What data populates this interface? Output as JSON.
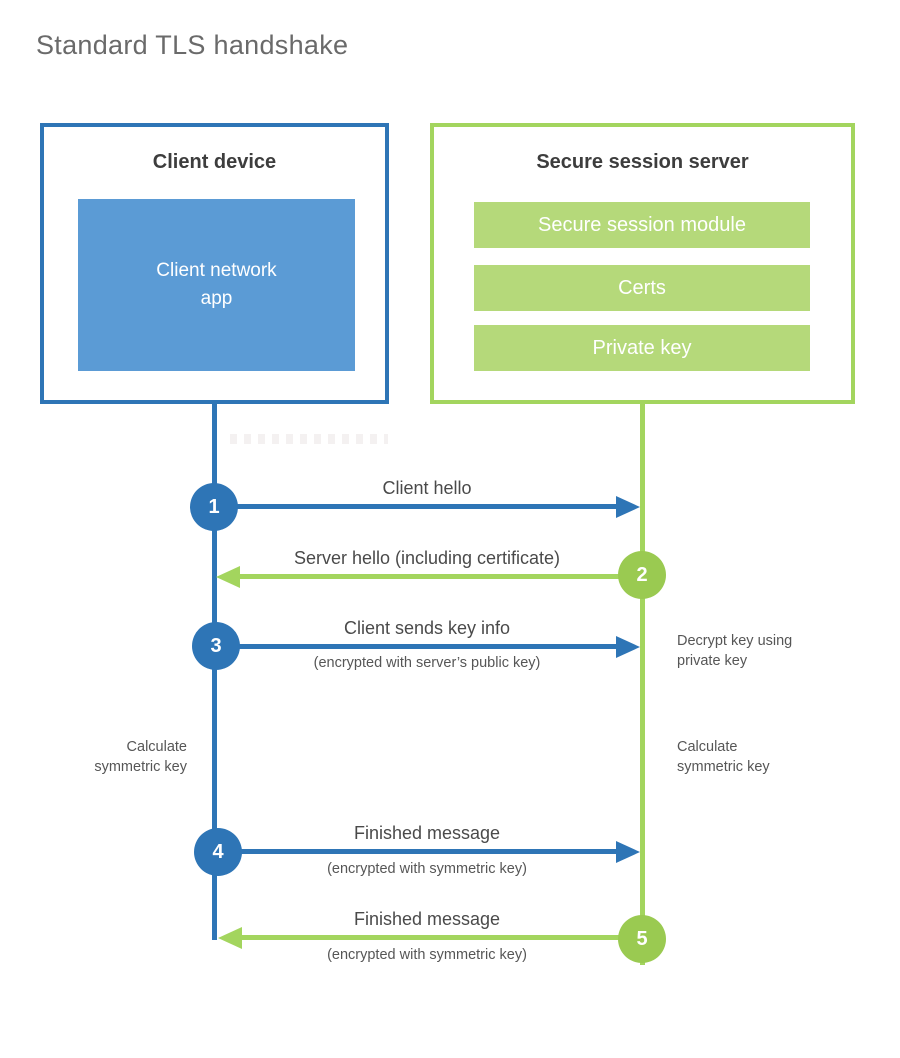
{
  "title": "Standard TLS handshake",
  "colors": {
    "blue_line": "#2e75b6",
    "blue_fill": "#5b9bd5",
    "green_line": "#a3d55e",
    "green_circle": "#9aca51",
    "green_fill": "#b5d97a",
    "heading_text": "#3d3d3d",
    "label_text": "#4a4a4a"
  },
  "client": {
    "title": "Client device",
    "app_label": "Client network app"
  },
  "server": {
    "title": "Secure session server",
    "modules": [
      {
        "label": "Secure session module"
      },
      {
        "label": "Certs"
      },
      {
        "label": "Private key"
      }
    ]
  },
  "steps": [
    {
      "number": "1",
      "label": "Client hello",
      "sublabel": "",
      "direction": "right",
      "color": "blue"
    },
    {
      "number": "2",
      "label": "Server hello (including certificate)",
      "sublabel": "",
      "direction": "left",
      "color": "green"
    },
    {
      "number": "3",
      "label": "Client sends key info",
      "sublabel": "(encrypted with server’s public key)",
      "direction": "right",
      "color": "blue"
    },
    {
      "number": "4",
      "label": "Finished message",
      "sublabel": "(encrypted with symmetric key)",
      "direction": "right",
      "color": "blue"
    },
    {
      "number": "5",
      "label": "Finished message",
      "sublabel": "(encrypted with symmetric key)",
      "direction": "left",
      "color": "green"
    }
  ],
  "side_notes": {
    "decrypt": {
      "line1": "Decrypt key using",
      "line2": "private key"
    },
    "calc_left": {
      "line1": "Calculate",
      "line2": "symmetric key"
    },
    "calc_right": {
      "line1": "Calculate",
      "line2": "symmetric key"
    }
  }
}
